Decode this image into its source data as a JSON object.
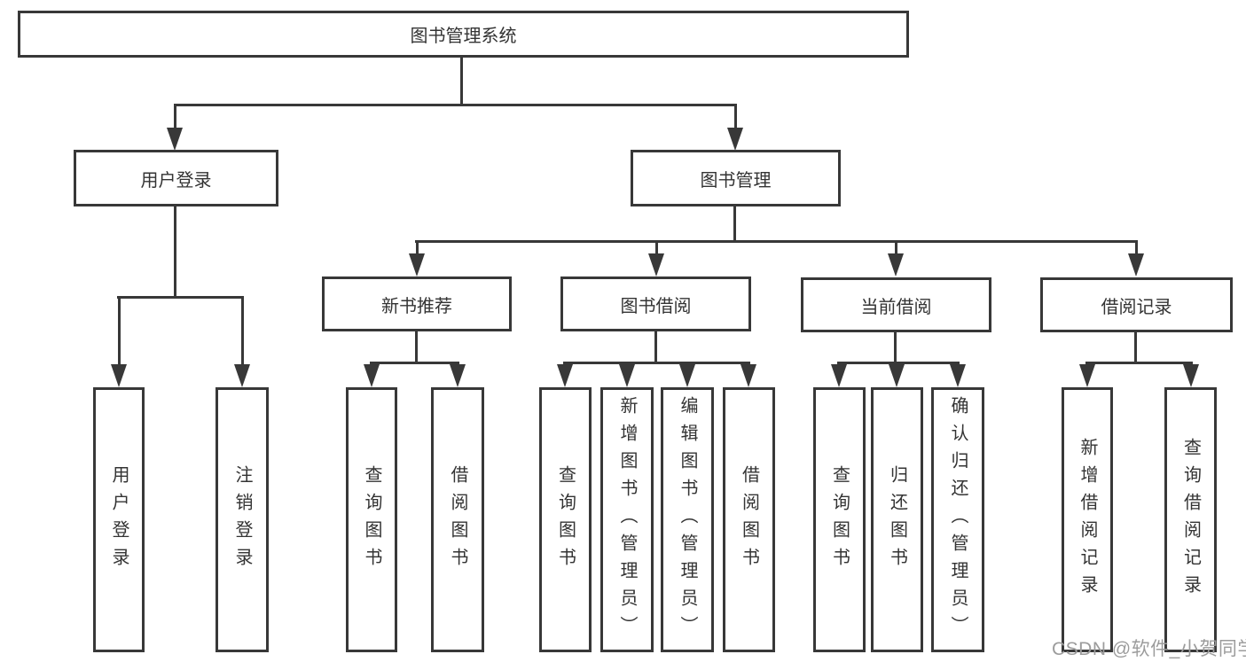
{
  "tree": {
    "label": "图书管理系统",
    "children": [
      {
        "label": "用户登录",
        "children": [
          {
            "label": "用户登录"
          },
          {
            "label": "注销登录"
          }
        ]
      },
      {
        "label": "图书管理",
        "children": [
          {
            "label": "新书推荐",
            "children": [
              {
                "label": "查询图书"
              },
              {
                "label": "借阅图书"
              }
            ]
          },
          {
            "label": "图书借阅",
            "children": [
              {
                "label": "查询图书"
              },
              {
                "label": "新增图书（管理员）"
              },
              {
                "label": "编辑图书（管理员）"
              },
              {
                "label": "借阅图书"
              }
            ]
          },
          {
            "label": "当前借阅",
            "children": [
              {
                "label": "查询图书"
              },
              {
                "label": "归还图书"
              },
              {
                "label": "确认归还（管理员）"
              }
            ]
          },
          {
            "label": "借阅记录",
            "children": [
              {
                "label": "新增借阅记录"
              },
              {
                "label": "查询借阅记录"
              }
            ]
          }
        ]
      }
    ]
  },
  "watermark": {
    "text": "CSDN @软件_小贺同学"
  },
  "colors": {
    "line": "#383838",
    "text": "#333333",
    "watermark": "#9c9c9c",
    "background": "#ffffff"
  }
}
